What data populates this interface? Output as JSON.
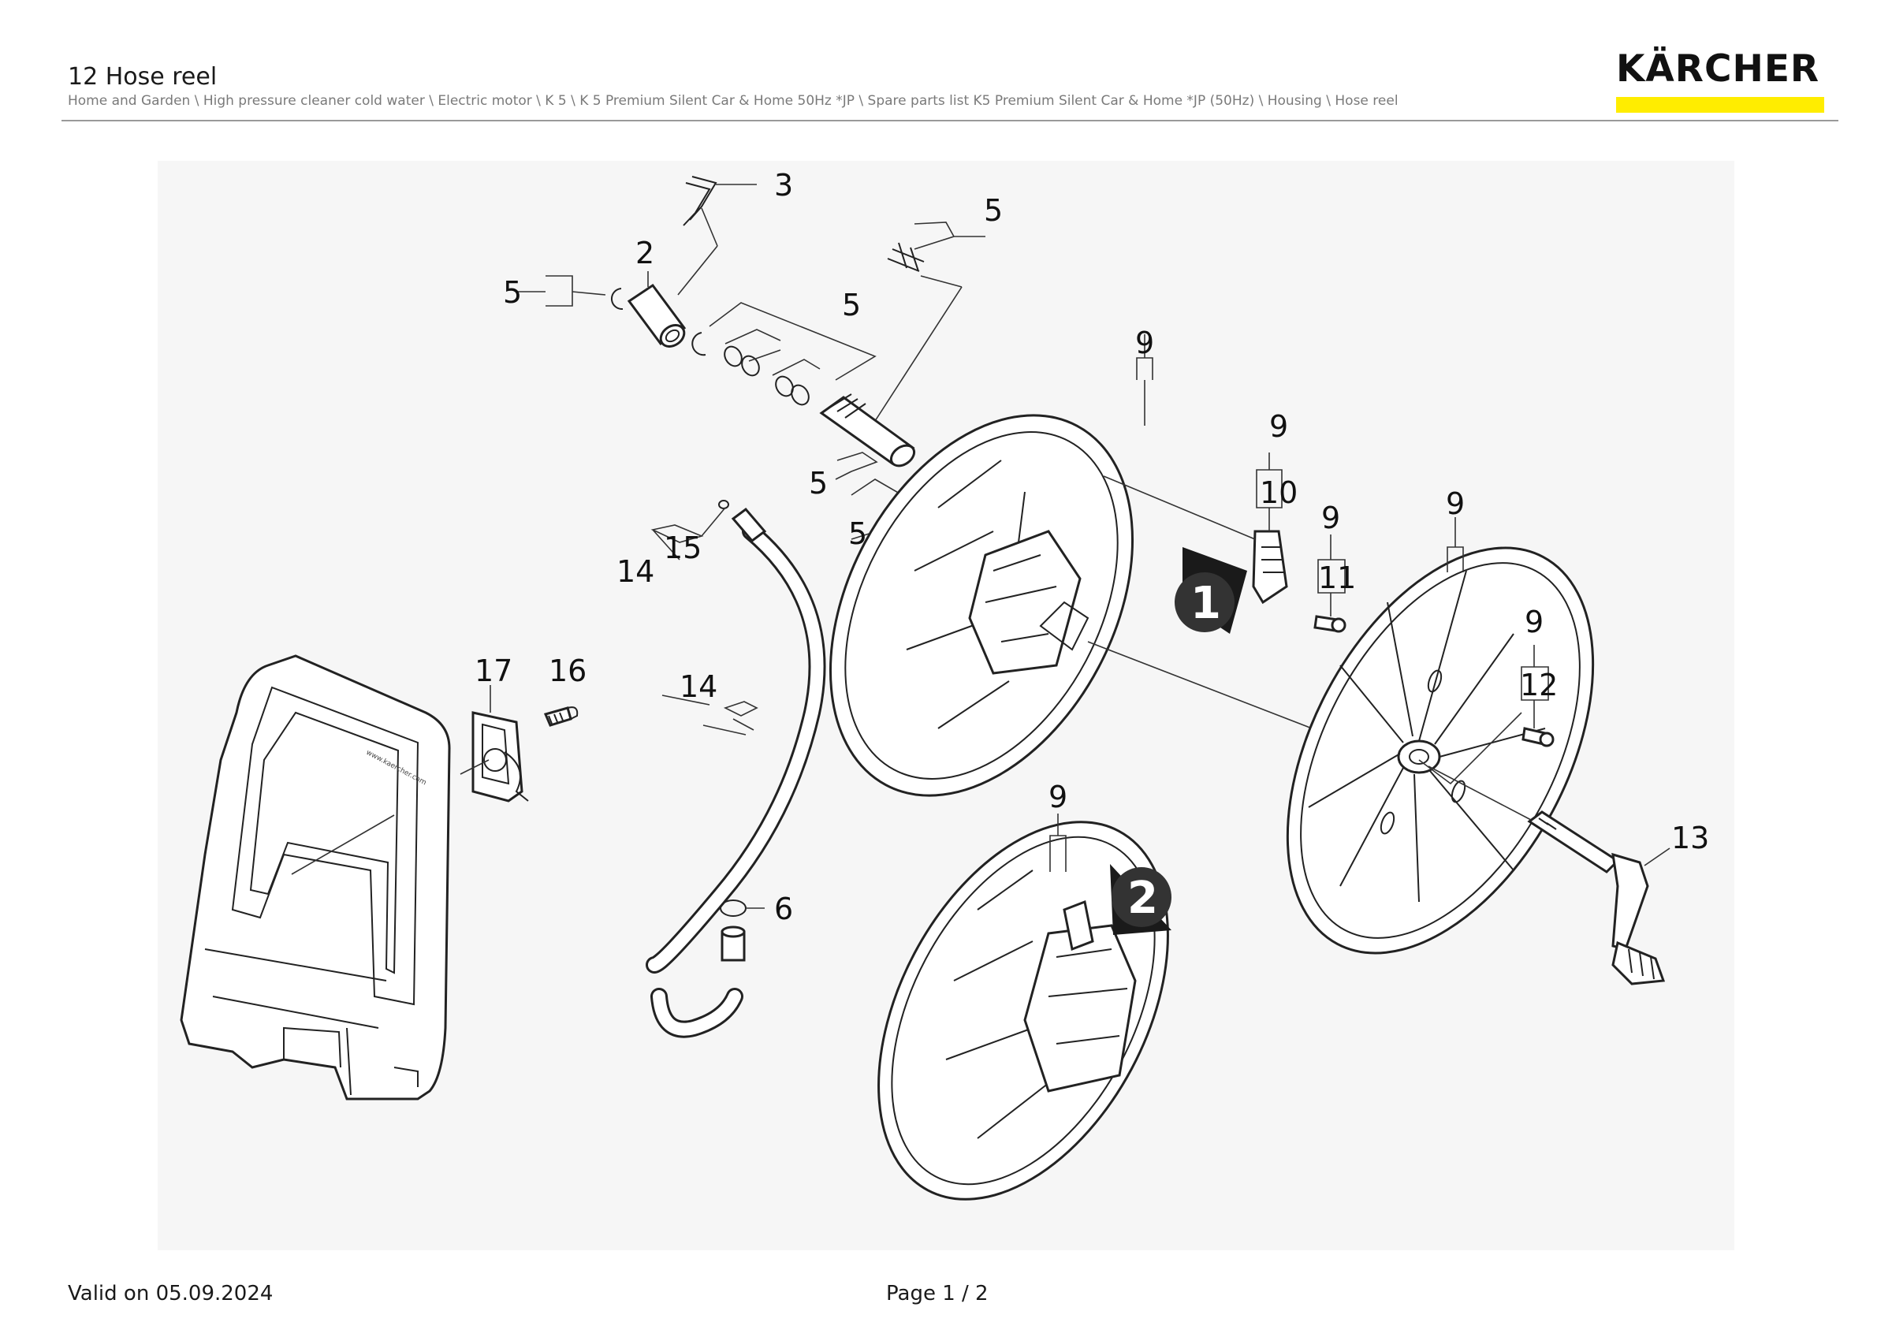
{
  "header": {
    "title": "12 Hose reel",
    "breadcrumb": "Home and Garden \\ High pressure cleaner cold water \\ Electric motor \\ K 5 \\ K 5 Premium Silent Car & Home 50Hz *JP \\ Spare parts list K5 Premium Silent Car & Home *JP (50Hz) \\ Housing \\ Hose reel",
    "logo_text": "KÄRCHER",
    "brand_color": "#ffed00"
  },
  "diagram": {
    "callouts": {
      "c2": "2",
      "c3": "3",
      "c5a": "5",
      "c5b": "5",
      "c5c": "5",
      "c5d": "5",
      "c5e": "5",
      "c6": "6",
      "c9a": "9",
      "c9b": "9",
      "c9c": "9",
      "c9d": "9",
      "c9e": "9",
      "c9f": "9",
      "c10": "10",
      "c11": "11",
      "c12": "12",
      "c13": "13",
      "c14a": "14",
      "c14b": "14",
      "c15": "15",
      "c16": "16",
      "c17": "17"
    },
    "step_markers": {
      "m1": "1",
      "m2": "2"
    }
  },
  "footer": {
    "valid": "Valid on 05.09.2024",
    "page": "Page 1 / 2"
  }
}
